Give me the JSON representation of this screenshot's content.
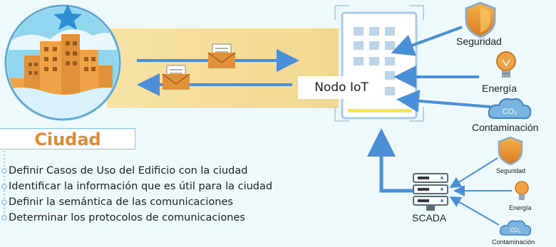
{
  "colors": {
    "background": "#eef9fc",
    "sky": "#8fd6ee",
    "band": "#f4dd9c",
    "arrow": "#4a90d9",
    "accent_orange": "#e08a33",
    "dotted_line": "#7fc8e4"
  },
  "city": {
    "title": "Ciudad",
    "icons": [
      "star-icon",
      "city-buildings-icon"
    ]
  },
  "messages": {
    "icons": [
      "envelope-document-icon",
      "envelope-document-icon"
    ]
  },
  "iot_node": {
    "label": "Nodo IoT",
    "icon": "smart-building-icon"
  },
  "sensors_top": [
    {
      "label": "Seguridad",
      "icon": "security-shield-icon"
    },
    {
      "label": "Energía",
      "icon": "light-bulb-icon"
    },
    {
      "label": "Contaminación",
      "icon": "co2-cloud-icon"
    }
  ],
  "scada": {
    "label": "SCADA",
    "icon": "server-rack-icon"
  },
  "sensors_bottom": [
    {
      "label": "Seguridad",
      "icon": "security-shield-icon"
    },
    {
      "label": "Energía",
      "icon": "light-bulb-icon"
    },
    {
      "label": "Contaminación",
      "icon": "co2-cloud-icon"
    }
  ],
  "co2_text": "CO₂",
  "tasks": [
    "Definir Casos de Uso del Edificio con la ciudad",
    "Identificar la información que es útil para la ciudad",
    "Definir la semántica de las comunicaciones",
    "Determinar los protocolos de comunicaciones"
  ]
}
